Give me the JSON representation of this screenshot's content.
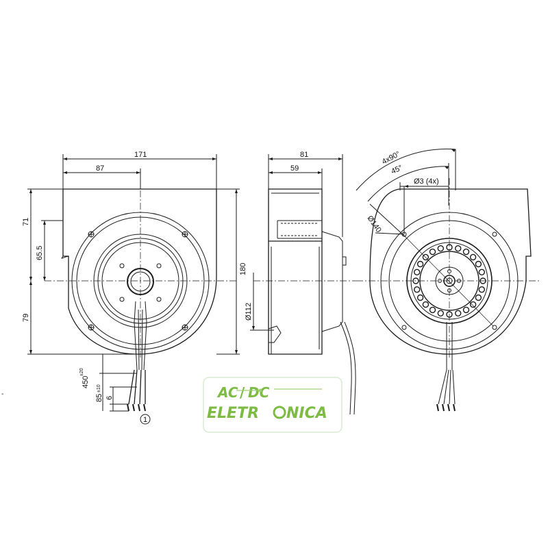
{
  "dimensions": {
    "front": {
      "width_total": "171",
      "width_to_axis": "87",
      "height_total": "180",
      "top_to_axis": "71",
      "outlet_offset": "65.5",
      "axis_to_bottom": "79",
      "cable_length": "450",
      "cable_length_tol": "±20",
      "strip_length": "85",
      "strip_length_tol": "±10",
      "wire_end": "6",
      "callout": "1"
    },
    "side": {
      "depth_total": "81",
      "depth_housing": "59",
      "inlet_dia": "Ø112"
    },
    "rear": {
      "bolt_angle": "4x90°",
      "tilt_angle": "45°",
      "holes": "Ø3 (4x)",
      "bolt_circle": "Ø140"
    }
  },
  "watermark": {
    "line1_a": "AC",
    "line1_b": "DC",
    "line2_a": "ELETR",
    "line2_b": "NICA"
  },
  "colors": {
    "line": "#1a1a1a",
    "logo_green": "#7dbb45",
    "logo_dark": "#3d8a2f"
  }
}
